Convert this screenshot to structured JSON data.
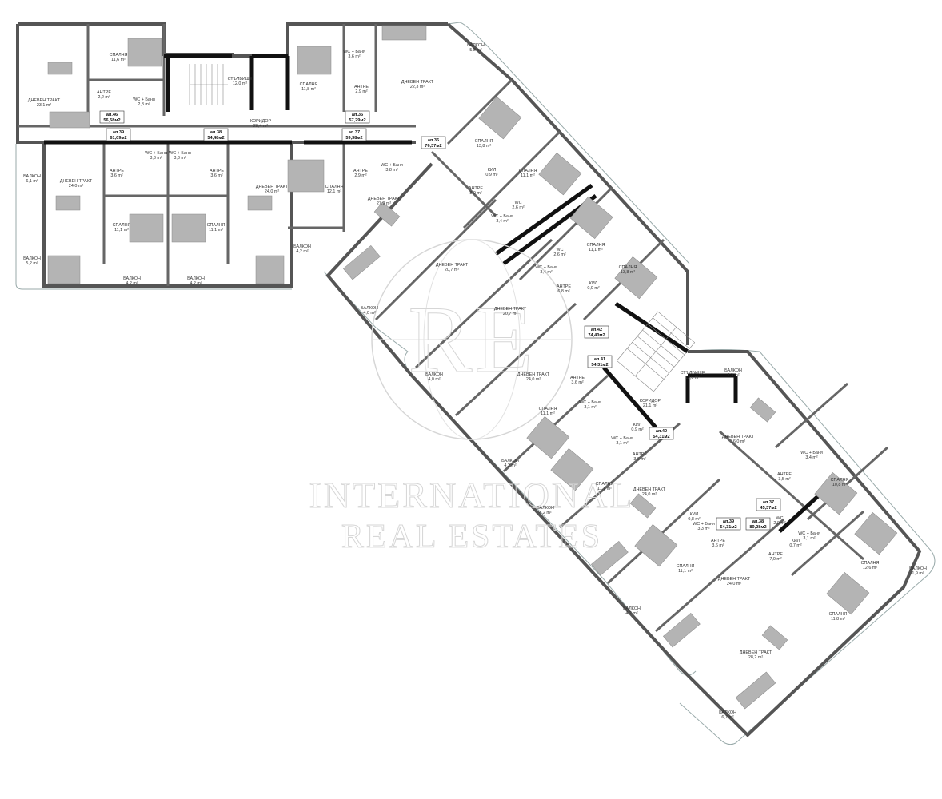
{
  "plan": {
    "rooms": [
      {
        "name": "ДНЕВЕН ТРАКТ",
        "area": "23,1 m²"
      },
      {
        "name": "СПАЛНЯ",
        "area": "11,6 m²"
      },
      {
        "name": "АНТРЕ",
        "area": "2,2 m²"
      },
      {
        "name": "WC + Баня",
        "area": "2,8 m²"
      },
      {
        "name": "СТЪЛБИЩЕ",
        "area": "12,0 m²"
      },
      {
        "name": "КОРИДОР",
        "area": "28,4 m²"
      },
      {
        "name": "СПАЛНЯ",
        "area": "11,8 m²"
      },
      {
        "name": "WC + Баня",
        "area": "3,6 m²"
      },
      {
        "name": "АНТРЕ",
        "area": "2,9 m²"
      },
      {
        "name": "ДНЕВЕН ТРАКТ",
        "area": "22,3 m²"
      },
      {
        "name": "БАЛКОН",
        "area": "5,8 m²"
      },
      {
        "name": "БАЛКОН",
        "area": "6,1 m²"
      },
      {
        "name": "ДНЕВЕН ТРАКТ",
        "area": "24,0 m²"
      },
      {
        "name": "АНТРЕ",
        "area": "3,6 m²"
      },
      {
        "name": "WC + Баня",
        "area": "3,3 m²"
      },
      {
        "name": "WC + Баня",
        "area": "3,3 m²"
      },
      {
        "name": "АНТРЕ",
        "area": "3,6 m²"
      },
      {
        "name": "ДНЕВЕН ТРАКТ",
        "area": "24,0 m²"
      },
      {
        "name": "СПАЛНЯ",
        "area": "11,1 m²"
      },
      {
        "name": "СПАЛНЯ",
        "area": "11,1 m²"
      },
      {
        "name": "БАЛКОН",
        "area": "5,2 m²"
      },
      {
        "name": "БАЛКОН",
        "area": "4,2 m²"
      },
      {
        "name": "БАЛКОН",
        "area": "4,2 m²"
      },
      {
        "name": "СПАЛНЯ",
        "area": "12,1 m²"
      },
      {
        "name": "АНТРЕ",
        "area": "2,9 m²"
      },
      {
        "name": "WC + Баня",
        "area": "3,8 m²"
      },
      {
        "name": "ДНЕВЕН ТРАКТ",
        "area": "27,9 m²"
      },
      {
        "name": "БАЛКОН",
        "area": "4,2 m²"
      },
      {
        "name": "СПАЛНЯ",
        "area": "13,8 m²"
      },
      {
        "name": "КИЛ",
        "area": "0,9 m²"
      },
      {
        "name": "СПАЛНЯ",
        "area": "11,1 m²"
      },
      {
        "name": "АНТРЕ",
        "area": "8,9 m²"
      },
      {
        "name": "WC",
        "area": "2,6 m²"
      },
      {
        "name": "WC + Баня",
        "area": "3,4 m²"
      },
      {
        "name": "СПАЛНЯ",
        "area": "11,1 m²"
      },
      {
        "name": "СПАЛНЯ",
        "area": "13,8 m²"
      },
      {
        "name": "WC",
        "area": "2,6 m²"
      },
      {
        "name": "WC + Баня",
        "area": "3,4 m²"
      },
      {
        "name": "ДНЕВЕН ТРАКТ",
        "area": "20,7 m²"
      },
      {
        "name": "АНТРЕ",
        "area": "6,8 m²"
      },
      {
        "name": "КИЛ",
        "area": "0,9 m²"
      },
      {
        "name": "ДНЕВЕН ТРАКТ",
        "area": "20,7 m²"
      },
      {
        "name": "БАЛКОН",
        "area": "4,0 m²"
      },
      {
        "name": "АНТРЕ",
        "area": "3,6 m²"
      },
      {
        "name": "ДНЕВЕН ТРАКТ",
        "area": "24,0 m²"
      },
      {
        "name": "БАЛКОН",
        "area": "4,0 m²"
      },
      {
        "name": "СТЪЛБИЩЕ",
        "area": "12,0 m²"
      },
      {
        "name": "КОРИДОР",
        "area": "21,1 m²"
      },
      {
        "name": "WC + Баня",
        "area": "3,1 m²"
      },
      {
        "name": "СПАЛНЯ",
        "area": "11,1 m²"
      },
      {
        "name": "КИЛ",
        "area": "0,9 m²"
      },
      {
        "name": "WC + Баня",
        "area": "3,1 m²"
      },
      {
        "name": "АНТРЕ",
        "area": "3,6 m²"
      },
      {
        "name": "БАЛКОН",
        "area": "4,2 m²"
      },
      {
        "name": "СПАЛНЯ",
        "area": "11,1 m²"
      },
      {
        "name": "ДНЕВЕН ТРАКТ",
        "area": "24,0 m²"
      },
      {
        "name": "БАЛКОН",
        "area": "4,2 m²"
      },
      {
        "name": "БАЛКОН",
        "area": "2,3 m²"
      },
      {
        "name": "ДНЕВЕН ТРАКТ",
        "area": "16,0 m²"
      },
      {
        "name": "WC + Баня",
        "area": "3,4 m²"
      },
      {
        "name": "АНТРЕ",
        "area": "3,5 m²"
      },
      {
        "name": "СПАЛНЯ",
        "area": "10,8 m²"
      },
      {
        "name": "WC",
        "area": "2,0 m²"
      },
      {
        "name": "КИЛ",
        "area": "0,8 m²"
      },
      {
        "name": "WC + Баня",
        "area": "3,3 m²"
      },
      {
        "name": "WC + Баня",
        "area": "3,1 m²"
      },
      {
        "name": "КИЛ",
        "area": "0,7 m²"
      },
      {
        "name": "АНТРЕ",
        "area": "3,6 m²"
      },
      {
        "name": "АНТРЕ",
        "area": "7,0 m²"
      },
      {
        "name": "СПАЛНЯ",
        "area": "12,6 m²"
      },
      {
        "name": "БАЛКОН",
        "area": "1,9 m²"
      },
      {
        "name": "СПАЛНЯ",
        "area": "11,1 m²"
      },
      {
        "name": "ДНЕВЕН ТРАКТ",
        "area": "24,0 m²"
      },
      {
        "name": "БАЛКОН",
        "area": "4,2 m²"
      },
      {
        "name": "СПАЛНЯ",
        "area": "11,8 m²"
      },
      {
        "name": "ДНЕВЕН ТРАКТ",
        "area": "28,2 m²"
      },
      {
        "name": "БАЛКОН",
        "area": "6,7 m²"
      }
    ],
    "apartments": [
      {
        "id": "ап.46",
        "area": "56,58м2"
      },
      {
        "id": "ап.35",
        "area": "57,29м2"
      },
      {
        "id": "ап.39",
        "area": "61,09м2"
      },
      {
        "id": "ап.38",
        "area": "54,48м2"
      },
      {
        "id": "ап.37",
        "area": "59,38м2"
      },
      {
        "id": "ап.36",
        "area": "76,37м2"
      },
      {
        "id": "ап.42",
        "area": "74,40м2"
      },
      {
        "id": "ап.41",
        "area": "54,31м2"
      },
      {
        "id": "ап.40",
        "area": "54,31м2"
      },
      {
        "id": "ап.37",
        "area": "45,37м2"
      },
      {
        "id": "ап.39",
        "area": "54,31м2"
      },
      {
        "id": "ап.38",
        "area": "89,28м2"
      }
    ]
  },
  "watermark": {
    "line1": "INTERNATIONAL",
    "line2": "REAL ESTATES",
    "monogram": "RE"
  },
  "colors": {
    "wall": "#555555",
    "wall_dark": "#111111",
    "furniture": "#b4b4b4",
    "watermark": "#d6d6d6"
  }
}
